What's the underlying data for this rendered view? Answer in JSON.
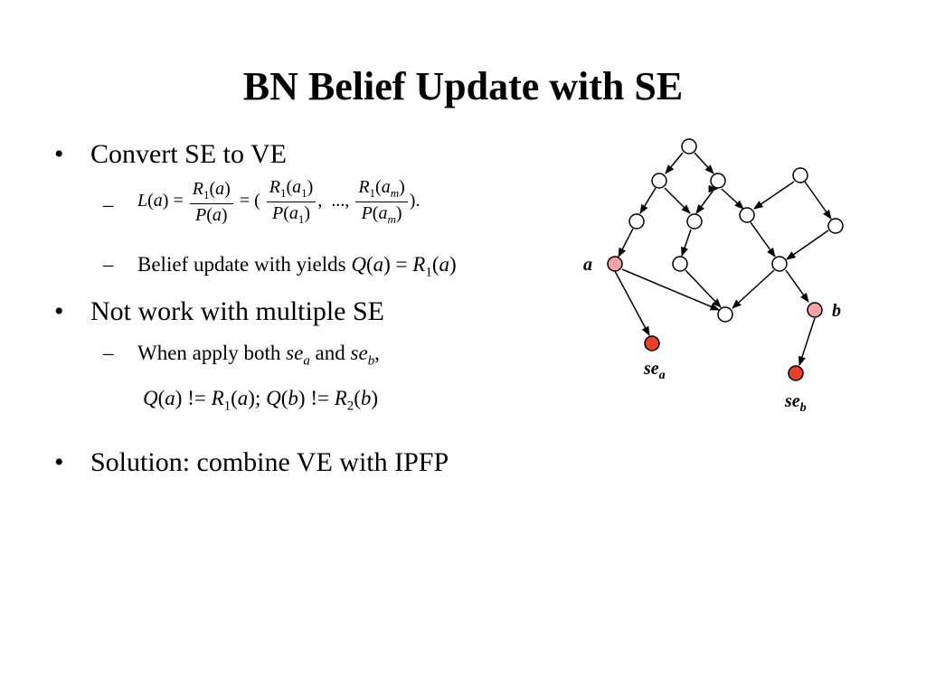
{
  "slide": {
    "title": "BN Belief Update with SE",
    "bullets": [
      {
        "text": "Convert SE to VE",
        "subs": [
          {
            "dash": "–"
          },
          {
            "dash": "–",
            "text": "Belief update with yields Q(a) = R1(a)"
          }
        ]
      },
      {
        "text": "Not work with multiple SE",
        "subs": [
          {
            "dash": "–",
            "text": "When apply both sea and seb,"
          }
        ]
      },
      {
        "text": "Solution: combine VE with IPFP"
      }
    ],
    "bullet_symbol": "•",
    "equation_1": "L(a) = R1(a)/P(a) = (R1(a1)/P(a1), ..., R1(am)/P(am)).",
    "equation_2": "Q(a) != R1(a); Q(b) != R2(b)"
  },
  "graph": {
    "labels": {
      "a": "a",
      "b": "b",
      "se_a": "se",
      "se_a_sub": "a",
      "se_b": "se",
      "se_b_sub": "b"
    },
    "colors": {
      "pink_node": "#f4a3a8",
      "red_node": "#e8402a",
      "white_node": "#ffffff",
      "stroke": "#000000"
    }
  }
}
